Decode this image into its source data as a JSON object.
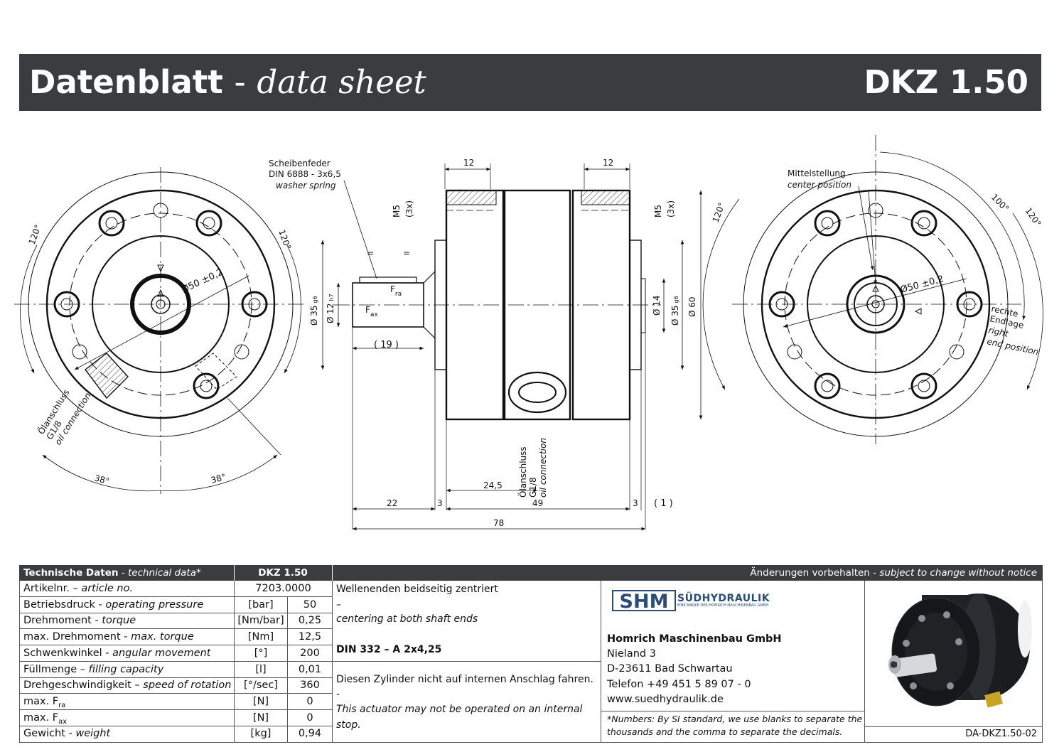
{
  "header": {
    "title_de": "Datenblatt",
    "separator": "-",
    "title_en": "data sheet",
    "model": "DKZ 1.50"
  },
  "drawing": {
    "left_view": {
      "angle_top_left": "120°",
      "angle_top_right": "120°",
      "diameter_label": "Ø50 ±0,2",
      "angle_bottom_left": "38°",
      "angle_bottom_right": "38°",
      "oil_label_de": "Ölanschluss",
      "oil_label_size": "G1/8",
      "oil_label_en": "oil connection"
    },
    "side_view": {
      "key_label_de": "Scheibenfeder",
      "key_label_din": "DIN 6888 - 3x6,5",
      "key_label_en": "washer spring",
      "dim_12_left": "12",
      "dim_12_right": "12",
      "m5_left": "M5",
      "m5_left_count": "(3x)",
      "m5_right": "M5",
      "m5_right_count": "(3x)",
      "dim_eq_1": "=",
      "dim_eq_2": "=",
      "fra": "F",
      "fra_sub": "ra",
      "fax": "F",
      "fax_sub": "ax",
      "d35_left": "Ø 35",
      "d35_left_tol": "g6",
      "d12": "Ø 12",
      "d12_tol": "h7",
      "d14": "Ø 14",
      "d35_right": "Ø 35",
      "d35_right_tol": "g6",
      "d60": "Ø 60",
      "dim_19": "( 19 )",
      "oil_de": "Ölanschluss",
      "oil_size": "G1/8",
      "oil_en": "oil connection",
      "dim_24_5": "24,5",
      "dim_22": "22",
      "dim_3_left": "3",
      "dim_49": "49",
      "dim_3_right": "3",
      "dim_1": "( 1 )",
      "dim_78": "78"
    },
    "right_view": {
      "center_de": "Mittelstellung",
      "center_en": "center position",
      "angle_100": "100°",
      "angle_120_right": "120°",
      "angle_120_left": "120°",
      "diameter_label": "Ø50 ±0,2",
      "end_de_1": "rechte",
      "end_de_2": "Endlage",
      "end_en_1": "right",
      "end_en_2": "end position"
    }
  },
  "table": {
    "head_label": "Technische Daten",
    "head_sep": " - ",
    "head_label_en": "technical data*",
    "head_model": "DKZ 1.50",
    "notice_de": "Änderungen vorbehalten",
    "notice_sep": " - ",
    "notice_en": "subject to change without notice",
    "rows": [
      {
        "de": "Artikelnr.",
        "sep": " – ",
        "en": "article no.",
        "unit": "",
        "value": "7203.0000"
      },
      {
        "de": "Betriebsdruck",
        "sep": " - ",
        "en": "operating pressure",
        "unit": "[bar]",
        "value": "50"
      },
      {
        "de": "Drehmoment",
        "sep": " - ",
        "en": "torque",
        "unit": "[Nm/bar]",
        "value": "0,25"
      },
      {
        "de": "max. Drehmoment",
        "sep": " - ",
        "en": "max. torque",
        "unit": "[Nm]",
        "value": "12,5"
      },
      {
        "de": "Schwenkwinkel",
        "sep": " - ",
        "en": "angular movement",
        "unit": "[°]",
        "value": "200"
      },
      {
        "de": "Füllmenge",
        "sep": " – ",
        "en": "filling capacity",
        "unit": "[l]",
        "value": "0,01"
      },
      {
        "de": "Drehgeschwindigkeit",
        "sep": " – ",
        "en": "speed of rotation",
        "unit": "[°/sec]",
        "value": "360"
      },
      {
        "de": "max. F",
        "sub": "ra",
        "sep": "",
        "en": "",
        "unit": "[N]",
        "value": "0"
      },
      {
        "de": "max. F",
        "sub": "ax",
        "sep": "",
        "en": "",
        "unit": "[N]",
        "value": "0"
      },
      {
        "de": "Gewicht",
        "sep": " - ",
        "en": "weight",
        "unit": "[kg]",
        "value": "0,94"
      }
    ],
    "notes": {
      "shaft_de": "Wellenenden beidseitig zentriert",
      "shaft_dash": "–",
      "shaft_en": "centering at both shaft ends",
      "din": "DIN 332 – A 2x4,25",
      "warn_de": "Diesen Zylinder nicht auf internen Anschlag fahren.",
      "warn_dash": "-",
      "warn_en_1": "This actuator may not be operated on an internal",
      "warn_en_2": "stop."
    },
    "company": {
      "logo_letters": "SHM",
      "brand": "SÜDHYDRAULIK",
      "brand_tagline": "EINE MARKE DER HOMRICH MASCHINENBAU GMBH",
      "name": "Homrich Maschinenbau GmbH",
      "street": "Nieland 3",
      "city": "D-23611 Bad Schwartau",
      "phone": "Telefon +49 451 5 89 07 - 0",
      "web": "www.suedhydraulik.de"
    },
    "footnote_1": "*Numbers: By SI standard, we use blanks to separate the",
    "footnote_2": "thousands and the comma to separate the decimals.",
    "doc_id": "DA-DKZ1.50-02"
  }
}
